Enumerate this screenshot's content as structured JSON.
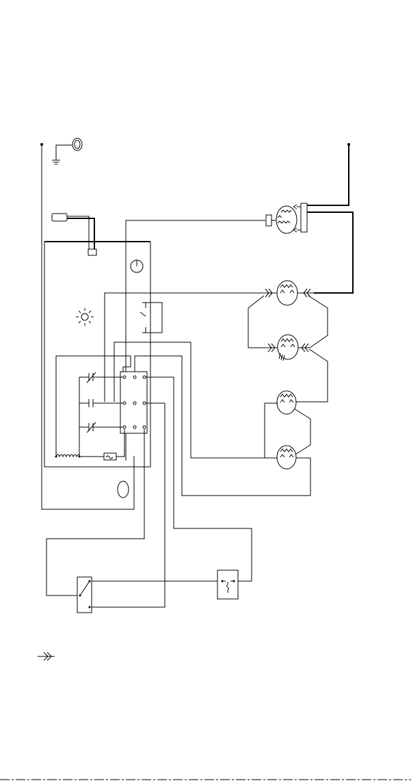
{
  "diagram": {
    "type": "wiring-schematic",
    "stroke_color": "#000000",
    "background_color": "#ffffff",
    "components": [
      {
        "id": "terminal-left",
        "icon": "terminal-dot"
      },
      {
        "id": "terminal-right",
        "icon": "terminal-dot"
      },
      {
        "id": "lamp",
        "icon": "lamp-icon"
      },
      {
        "id": "ground",
        "icon": "ground-icon"
      },
      {
        "id": "plug",
        "icon": "plug-icon"
      },
      {
        "id": "connector-block",
        "icon": "connector-icon"
      },
      {
        "id": "timer-dial",
        "icon": "dial-icon"
      },
      {
        "id": "light-indicator",
        "icon": "light-bulb-icon"
      },
      {
        "id": "door-switch",
        "icon": "switch-icon"
      },
      {
        "id": "relay-terminal-block",
        "icon": "relay-icon"
      },
      {
        "id": "contacts",
        "icon": "relay-contact-icon"
      },
      {
        "id": "relay-coil",
        "icon": "coil-icon"
      },
      {
        "id": "thermal-fuse",
        "icon": "fuse-icon"
      },
      {
        "id": "knob",
        "icon": "knob-icon"
      },
      {
        "id": "motors",
        "icon": "motor-icon"
      },
      {
        "id": "selector-switch",
        "icon": "selector-switch-icon"
      },
      {
        "id": "thermostat",
        "icon": "thermostat-icon"
      },
      {
        "id": "legend",
        "icon": "connector-legend-icon"
      }
    ],
    "legend": {
      "symbol": "plug-connector"
    }
  }
}
